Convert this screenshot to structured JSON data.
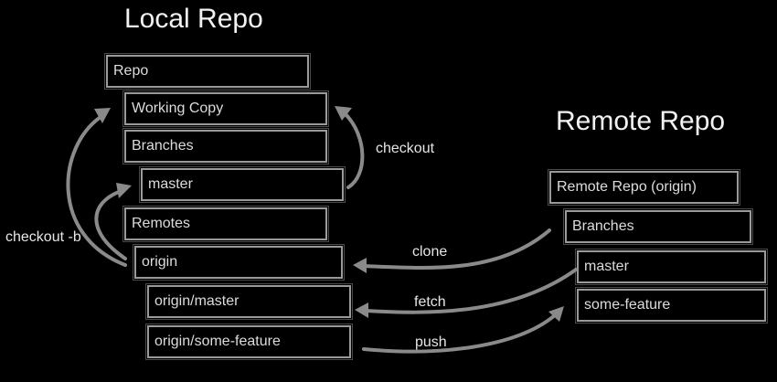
{
  "local": {
    "title": "Local Repo",
    "repo": "Repo",
    "working_copy": "Working Copy",
    "branches": "Branches",
    "master": "master",
    "remotes": "Remotes",
    "origin": "origin",
    "origin_master": "origin/master",
    "origin_some_feature": "origin/some-feature"
  },
  "remote": {
    "title": "Remote Repo",
    "repo": "Remote Repo (origin)",
    "branches": "Branches",
    "master": "master",
    "some_feature": "some-feature"
  },
  "arrows": {
    "checkout": "checkout",
    "checkout_b": "checkout -b",
    "clone": "clone",
    "fetch": "fetch",
    "push": "push"
  },
  "colors": {
    "background": "#000000",
    "box_border": "#9a9a9a",
    "arrow": "#8a8a8a",
    "text": "#e6e6e6"
  }
}
